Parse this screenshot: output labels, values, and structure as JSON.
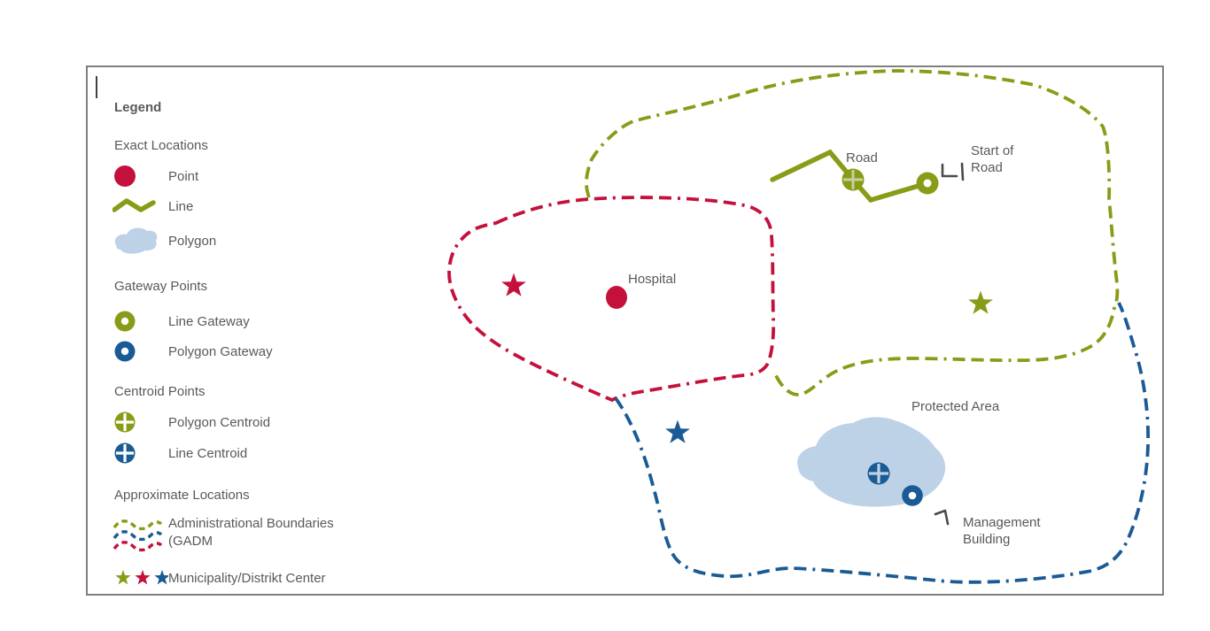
{
  "window": {
    "canvas_caret": "|"
  },
  "legend": {
    "title": "Legend",
    "sections": [
      {
        "heading": "Exact Locations",
        "items": [
          {
            "label": "Point",
            "icon": "point-icon"
          },
          {
            "label": "Line",
            "icon": "line-icon"
          },
          {
            "label": "Polygon",
            "icon": "polygon-icon"
          }
        ]
      },
      {
        "heading": "Gateway Points",
        "items": [
          {
            "label": "Line Gateway",
            "icon": "line-gateway-icon"
          },
          {
            "label": "Polygon Gateway",
            "icon": "polygon-gateway-icon"
          }
        ]
      },
      {
        "heading": "Centroid Points",
        "items": [
          {
            "label": "Polygon Centroid",
            "icon": "polygon-centroid-icon"
          },
          {
            "label": "Line Centroid",
            "icon": "line-centroid-icon"
          }
        ]
      },
      {
        "heading": "Approximate Locations",
        "items": [
          {
            "label_lines": [
              "Administrational Boundaries",
              "(GADM"
            ],
            "icon": "admin-boundaries-icon"
          },
          {
            "label": "Municipality/Distrikt Center",
            "icon": "municipality-stars-icon"
          }
        ]
      }
    ]
  },
  "map": {
    "labels": {
      "road": "Road",
      "start_of_road": "Start of Road",
      "hospital": "Hospital",
      "protected_area": "Protected Area",
      "management_building": "Management Building"
    }
  },
  "colors": {
    "olive": "#8A9B17",
    "red": "#C4113C",
    "blue": "#1A5B96",
    "light_blue": "#BDD2E7",
    "pale_cross": "#C9CFA4",
    "text": "#595959",
    "border": "#7F7F7F"
  }
}
